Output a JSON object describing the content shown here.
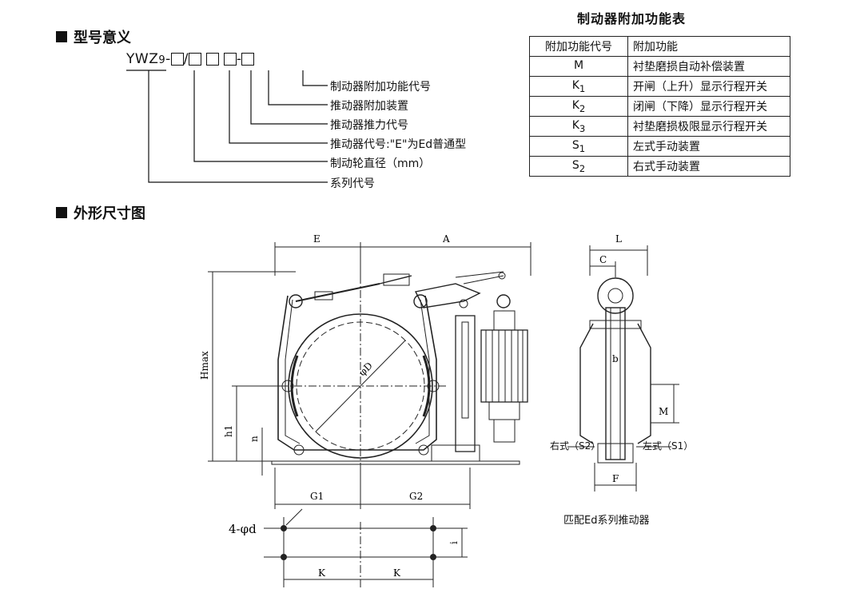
{
  "top_fragment": "",
  "model": {
    "section_title": "型号意义",
    "prefix": "YWZ",
    "prefix_sub": "9",
    "legend": [
      "制动器附加功能代号",
      "推动器附加装置",
      "推动器推力代号",
      "推动器代号:\"E\"为Ed普通型",
      "制动轮直径（mm）",
      "系列代号"
    ]
  },
  "table": {
    "title": "制动器附加功能表",
    "headers": [
      "附加功能代号",
      "附加功能"
    ],
    "rows": [
      {
        "code": "M",
        "sub": "",
        "desc": "衬垫磨损自动补偿装置"
      },
      {
        "code": "K",
        "sub": "1",
        "desc": "开闸（上升）显示行程开关"
      },
      {
        "code": "K",
        "sub": "2",
        "desc": "闭闸（下降）显示行程开关"
      },
      {
        "code": "K",
        "sub": "3",
        "desc": "衬垫磨损极限显示行程开关"
      },
      {
        "code": "S",
        "sub": "1",
        "desc": "左式手动装置"
      },
      {
        "code": "S",
        "sub": "2",
        "desc": "右式手动装置"
      }
    ]
  },
  "drawing": {
    "section_title": "外形尺寸图",
    "dims": {
      "E": "E",
      "A": "A",
      "L": "L",
      "C": "C",
      "b": "b",
      "M": "M",
      "F": "F",
      "Hmax": "Hmax",
      "h1": "h1",
      "n": "n",
      "G1": "G1",
      "G2": "G2",
      "D": "φD",
      "d": "4-φd",
      "K": "K",
      "i": "i"
    },
    "right_label": "右式（S2）",
    "left_label": "左式（S1）",
    "caption": "匹配Ed系列推动器"
  }
}
